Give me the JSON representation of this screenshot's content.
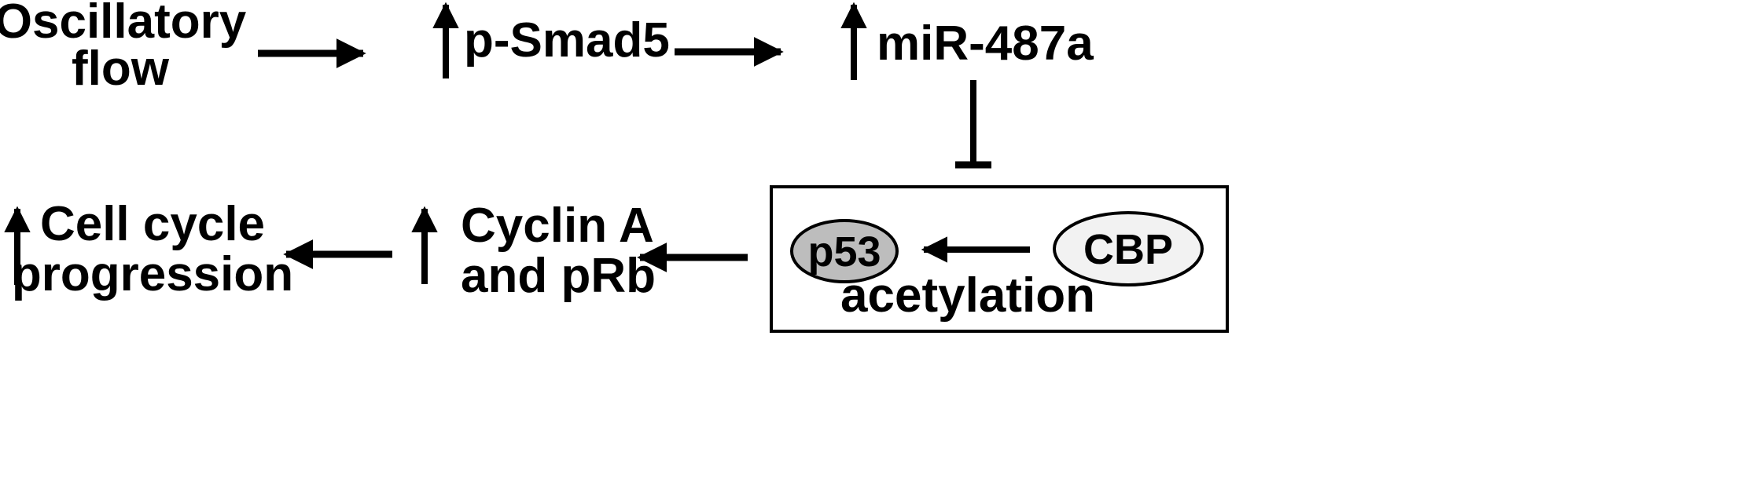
{
  "nodes": {
    "oscillatory_flow": {
      "line1": "Oscillatory",
      "line2": "flow"
    },
    "p_smad5": {
      "label": "p-Smad5",
      "direction": "up"
    },
    "mir_487a": {
      "label": "miR-487a",
      "direction": "up"
    },
    "p53": {
      "label": "p53"
    },
    "cbp": {
      "label": "CBP"
    },
    "acetylation": {
      "label": "acetylation"
    },
    "cyclin_a_prb": {
      "line1": "Cyclin A",
      "line2": "and pRb",
      "direction": "up"
    },
    "cell_cycle": {
      "line1": "Cell cycle",
      "line2": "progression",
      "direction": "up"
    }
  },
  "edges": [
    {
      "from": "oscillatory_flow",
      "to": "p_smad5",
      "type": "activates"
    },
    {
      "from": "p_smad5",
      "to": "mir_487a",
      "type": "activates"
    },
    {
      "from": "mir_487a",
      "to": "p53_cbp_box",
      "type": "inhibits"
    },
    {
      "from": "cbp",
      "to": "p53",
      "type": "acetylation"
    },
    {
      "from": "p53_cbp_box",
      "to": "cyclin_a_prb",
      "type": "activates"
    },
    {
      "from": "cyclin_a_prb",
      "to": "cell_cycle",
      "type": "activates"
    }
  ],
  "colors": {
    "ink": "#000000",
    "p53_fill": "#bdbdbd",
    "cbp_fill": "#f2f2f2",
    "background": "#ffffff"
  }
}
